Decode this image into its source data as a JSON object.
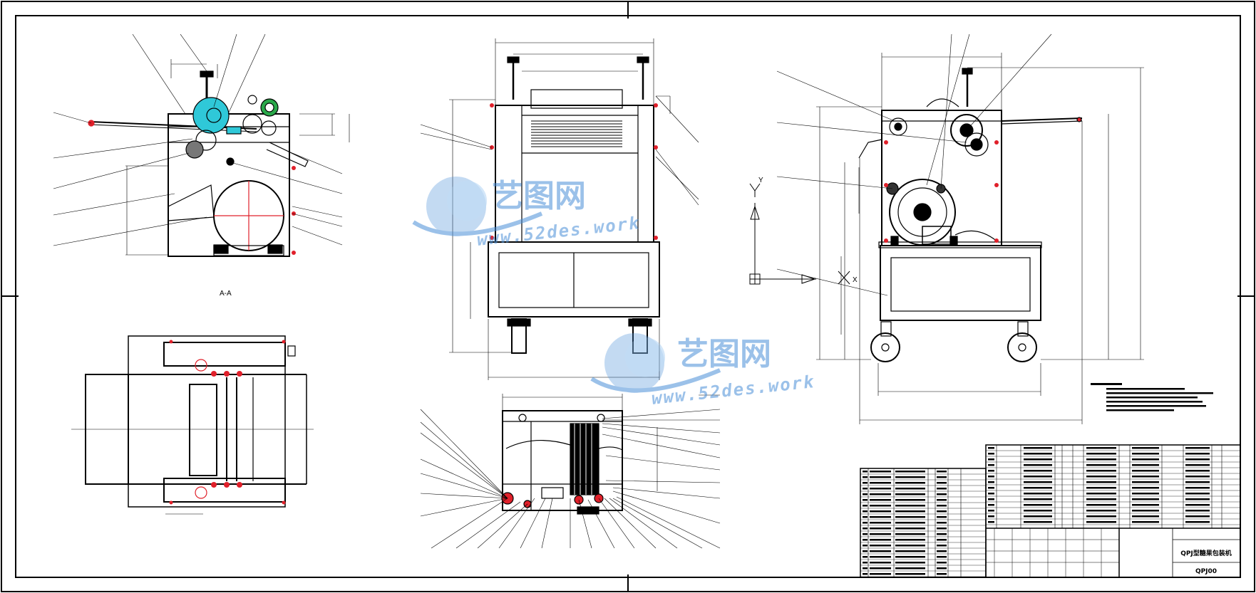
{
  "drawing": {
    "section_label": "A-A"
  },
  "axes_symbol": {
    "y_label": "Y",
    "x_label": "X"
  },
  "watermark": {
    "brand": "艺图网",
    "url": "www.52des.work"
  },
  "title_block": {
    "product_name": "QPJ型糖果包装机",
    "drawing_number": "QPJ00"
  },
  "colors": {
    "line": "#000000",
    "highlight": "#e0202a",
    "cyan_part": "#2fc8d8",
    "green_part": "#2aa84a",
    "watermark_blue": "#4a8fd8"
  }
}
